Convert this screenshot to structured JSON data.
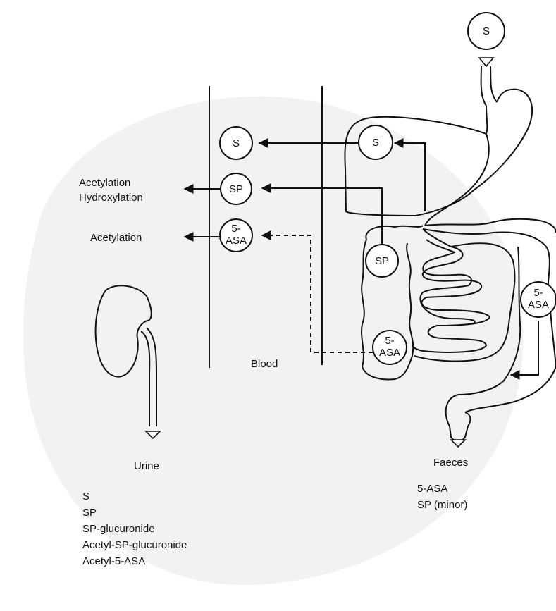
{
  "nodes": {
    "top_s": "S",
    "blood_s": "S",
    "blood_sp": "SP",
    "blood_asa_1": "5-",
    "blood_asa_2": "ASA",
    "gut_s": "S",
    "gut_sp": "SP",
    "gut_asa_1": "5-",
    "gut_asa_2": "ASA",
    "colon_asa_1": "5-",
    "colon_asa_2": "ASA"
  },
  "labels": {
    "acetylation_hydroxylation_1": "Acetylation",
    "acetylation_hydroxylation_2": "Hydroxylation",
    "acetylation": "Acetylation",
    "blood": "Blood",
    "urine": "Urine",
    "faeces": "Faeces"
  },
  "urine_products": [
    "S",
    "SP",
    "SP-glucuronide",
    "Acetyl-SP-glucuronide",
    "Acetyl-5-ASA"
  ],
  "faeces_products": [
    "5-ASA",
    "SP (minor)"
  ],
  "colors": {
    "ink": "#111111",
    "background": "#ffffff",
    "watermark": "#f0f0f0"
  }
}
